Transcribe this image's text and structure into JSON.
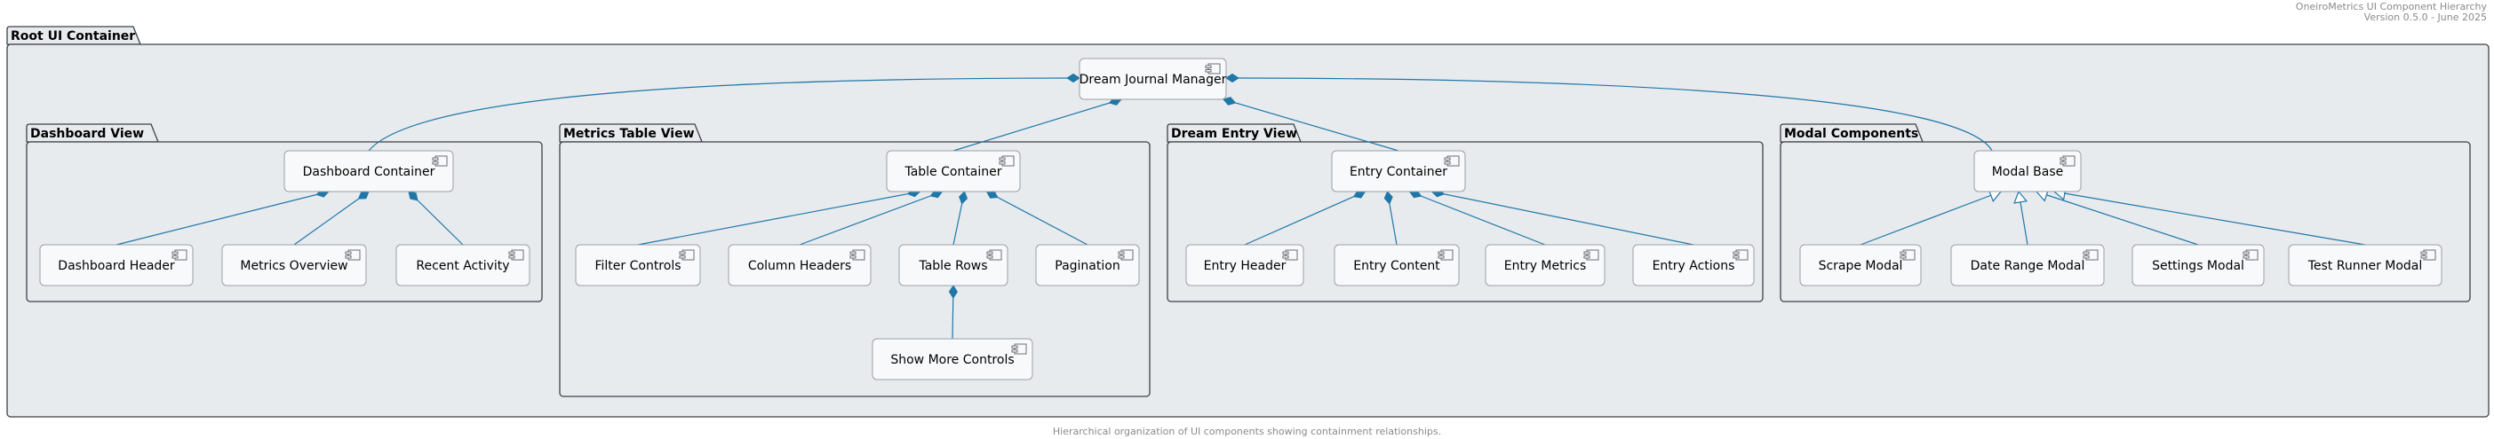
{
  "header": {
    "line1": "OneiroMetrics UI Component Hierarchy",
    "line2": "Version 0.5.0 - June 2025"
  },
  "footer": "Hierarchical organization of UI components showing containment relationships.",
  "colors": {
    "package_fill": "#e8ebee",
    "package_border": "#3c4148",
    "component_fill": "#f8f9fa",
    "component_border": "#9aa0a6",
    "edge": "#1f77a8",
    "composition_diamond": "#1f77a8"
  },
  "diagram": {
    "root_package": "Root UI Container",
    "packages": [
      {
        "id": "dashboard",
        "title": "Dashboard View"
      },
      {
        "id": "metrics",
        "title": "Metrics Table View"
      },
      {
        "id": "entry",
        "title": "Dream Entry View"
      },
      {
        "id": "modal",
        "title": "Modal Components"
      }
    ],
    "components": [
      {
        "id": "manager",
        "label": "Dream Journal Manager",
        "package": "root"
      },
      {
        "id": "dash_container",
        "label": "Dashboard Container",
        "package": "dashboard"
      },
      {
        "id": "dash_header",
        "label": "Dashboard Header",
        "package": "dashboard"
      },
      {
        "id": "metrics_overview",
        "label": "Metrics Overview",
        "package": "dashboard"
      },
      {
        "id": "recent_activity",
        "label": "Recent Activity",
        "package": "dashboard"
      },
      {
        "id": "table_container",
        "label": "Table Container",
        "package": "metrics"
      },
      {
        "id": "filter_controls",
        "label": "Filter Controls",
        "package": "metrics"
      },
      {
        "id": "column_headers",
        "label": "Column Headers",
        "package": "metrics"
      },
      {
        "id": "table_rows",
        "label": "Table Rows",
        "package": "metrics"
      },
      {
        "id": "pagination",
        "label": "Pagination",
        "package": "metrics"
      },
      {
        "id": "show_more",
        "label": "Show More Controls",
        "package": "metrics"
      },
      {
        "id": "entry_container",
        "label": "Entry Container",
        "package": "entry"
      },
      {
        "id": "entry_header",
        "label": "Entry Header",
        "package": "entry"
      },
      {
        "id": "entry_content",
        "label": "Entry Content",
        "package": "entry"
      },
      {
        "id": "entry_metrics",
        "label": "Entry Metrics",
        "package": "entry"
      },
      {
        "id": "entry_actions",
        "label": "Entry Actions",
        "package": "entry"
      },
      {
        "id": "modal_base",
        "label": "Modal Base",
        "package": "modal"
      },
      {
        "id": "scrape_modal",
        "label": "Scrape Modal",
        "package": "modal"
      },
      {
        "id": "date_range_modal",
        "label": "Date Range Modal",
        "package": "modal"
      },
      {
        "id": "settings_modal",
        "label": "Settings Modal",
        "package": "modal"
      },
      {
        "id": "test_runner_modal",
        "label": "Test Runner Modal",
        "package": "modal"
      }
    ],
    "edges": [
      {
        "from": "manager",
        "to": "dash_container",
        "type": "composition"
      },
      {
        "from": "manager",
        "to": "table_container",
        "type": "composition"
      },
      {
        "from": "manager",
        "to": "entry_container",
        "type": "composition"
      },
      {
        "from": "manager",
        "to": "modal_base",
        "type": "composition"
      },
      {
        "from": "dash_container",
        "to": "dash_header",
        "type": "composition"
      },
      {
        "from": "dash_container",
        "to": "metrics_overview",
        "type": "composition"
      },
      {
        "from": "dash_container",
        "to": "recent_activity",
        "type": "composition"
      },
      {
        "from": "table_container",
        "to": "filter_controls",
        "type": "composition"
      },
      {
        "from": "table_container",
        "to": "column_headers",
        "type": "composition"
      },
      {
        "from": "table_container",
        "to": "table_rows",
        "type": "composition"
      },
      {
        "from": "table_container",
        "to": "pagination",
        "type": "composition"
      },
      {
        "from": "table_rows",
        "to": "show_more",
        "type": "composition"
      },
      {
        "from": "entry_container",
        "to": "entry_header",
        "type": "composition"
      },
      {
        "from": "entry_container",
        "to": "entry_content",
        "type": "composition"
      },
      {
        "from": "entry_container",
        "to": "entry_metrics",
        "type": "composition"
      },
      {
        "from": "entry_container",
        "to": "entry_actions",
        "type": "composition"
      },
      {
        "from": "modal_base",
        "to": "scrape_modal",
        "type": "inheritance"
      },
      {
        "from": "modal_base",
        "to": "date_range_modal",
        "type": "inheritance"
      },
      {
        "from": "modal_base",
        "to": "settings_modal",
        "type": "inheritance"
      },
      {
        "from": "modal_base",
        "to": "test_runner_modal",
        "type": "inheritance"
      }
    ]
  }
}
